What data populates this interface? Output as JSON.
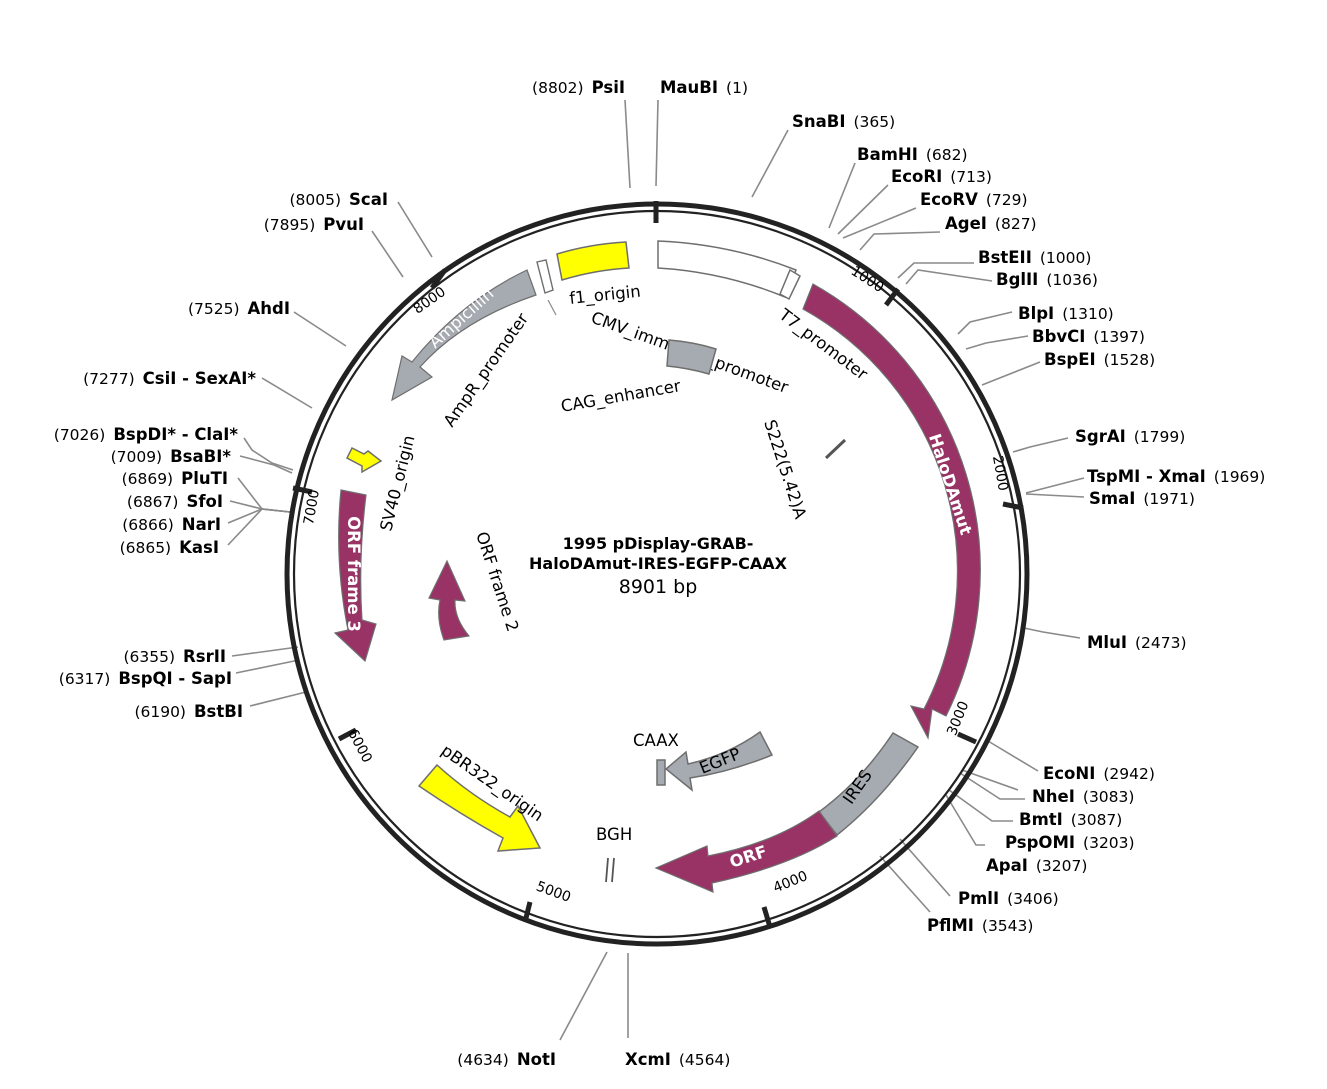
{
  "map": {
    "title_line1": "1995 pDisplay-GRAB-",
    "title_line2": "HaloDAmut-IRES-EGFP-CAAX",
    "size": "8901 bp"
  },
  "colors": {
    "magenta": "#993366",
    "gray": "#a6abb1",
    "yellow": "#ffff00",
    "white": "#ffffff",
    "line": "#8a8a8a",
    "ring": "#222222"
  },
  "ticks": [
    "1000",
    "2000",
    "3000",
    "4000",
    "5000",
    "6000",
    "7000",
    "8000"
  ],
  "sites": [
    {
      "name": "PsiI",
      "pos": "(8802)"
    },
    {
      "name": "MauBI",
      "pos": "(1)"
    },
    {
      "name": "SnaBI",
      "pos": "(365)"
    },
    {
      "name": "BamHI",
      "pos": "(682)"
    },
    {
      "name": "EcoRI",
      "pos": "(713)"
    },
    {
      "name": "EcoRV",
      "pos": "(729)"
    },
    {
      "name": "AgeI",
      "pos": "(827)"
    },
    {
      "name": "BstEII",
      "pos": "(1000)"
    },
    {
      "name": "BglII",
      "pos": "(1036)"
    },
    {
      "name": "BlpI",
      "pos": "(1310)"
    },
    {
      "name": "BbvCI",
      "pos": "(1397)"
    },
    {
      "name": "BspEI",
      "pos": "(1528)"
    },
    {
      "name": "SgrAI",
      "pos": "(1799)"
    },
    {
      "name": "TspMI - XmaI",
      "pos": "(1969)"
    },
    {
      "name": "SmaI",
      "pos": "(1971)"
    },
    {
      "name": "MluI",
      "pos": "(2473)"
    },
    {
      "name": "EcoNI",
      "pos": "(2942)"
    },
    {
      "name": "NheI",
      "pos": "(3083)"
    },
    {
      "name": "BmtI",
      "pos": "(3087)"
    },
    {
      "name": "PspOMI",
      "pos": "(3203)"
    },
    {
      "name": "ApaI",
      "pos": "(3207)"
    },
    {
      "name": "PmlI",
      "pos": "(3406)"
    },
    {
      "name": "PflMI",
      "pos": "(3543)"
    },
    {
      "name": "XcmI",
      "pos": "(4564)"
    },
    {
      "name": "NotI",
      "pos": "(4634)"
    },
    {
      "name": "BstBI",
      "pos": "(6190)"
    },
    {
      "name": "BspQI - SapI",
      "pos": "(6317)"
    },
    {
      "name": "RsrII",
      "pos": "(6355)"
    },
    {
      "name": "KasI",
      "pos": "(6865)"
    },
    {
      "name": "NarI",
      "pos": "(6866)"
    },
    {
      "name": "SfoI",
      "pos": "(6867)"
    },
    {
      "name": "PluTI",
      "pos": "(6869)"
    },
    {
      "name": "BsaBI*",
      "pos": "(7009)"
    },
    {
      "name": "BspDI* - ClaI*",
      "pos": "(7026)"
    },
    {
      "name": "CsiI - SexAI*",
      "pos": "(7277)"
    },
    {
      "name": "AhdI",
      "pos": "(7525)"
    },
    {
      "name": "PvuI",
      "pos": "(7895)"
    },
    {
      "name": "ScaI",
      "pos": "(8005)"
    }
  ],
  "features": {
    "f1_origin": "f1_origin",
    "cmv": "CMV_immearly_promoter",
    "t7": "T7_promoter",
    "cag": "CAG_enhancer",
    "halodamut": "HaloDAmut",
    "s222": "S222(5.42)A",
    "ires": "IRES",
    "orf": "ORF",
    "egfp": "EGFP",
    "caax": "CAAX",
    "bgh": "BGH",
    "pbr322": "pBR322_origin",
    "orf_frame3": "ORF frame 3",
    "orf_frame2": "ORF frame 2",
    "sv40": "SV40_origin",
    "ampicillin": "Ampicillin",
    "ampr": "AmpR_promoter"
  }
}
